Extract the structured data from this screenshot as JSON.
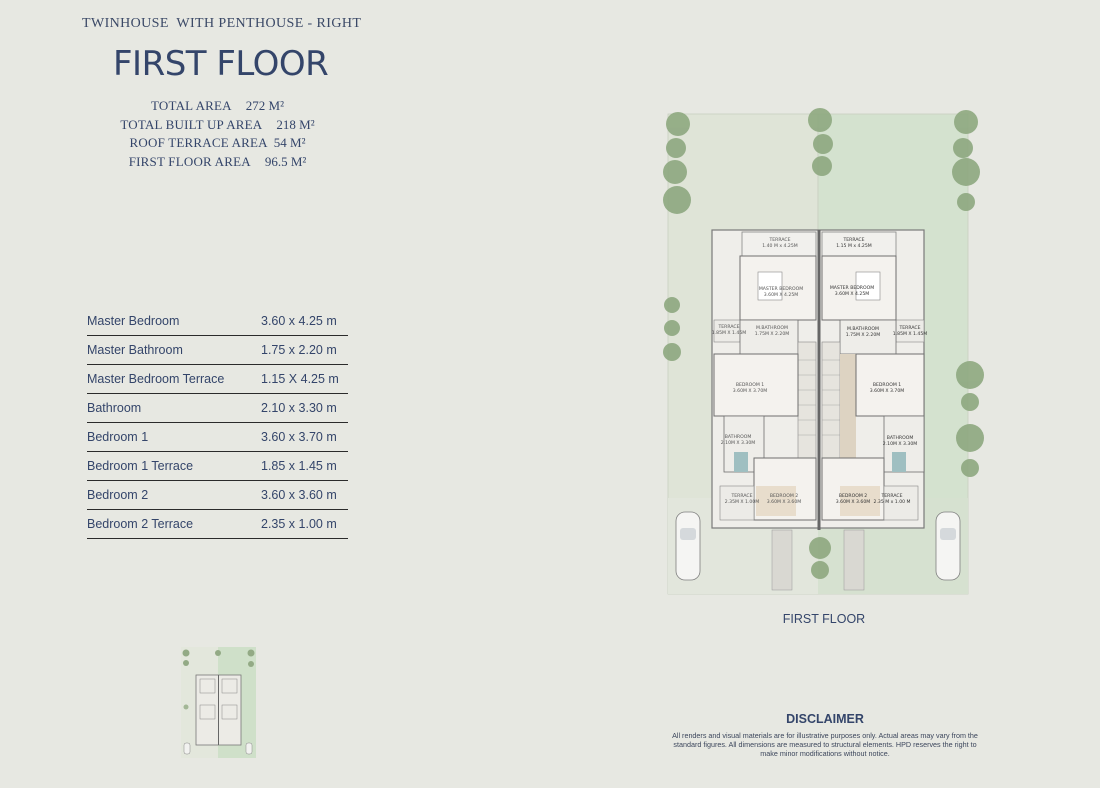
{
  "header": {
    "subtitle": "TWINHOUSE  WITH PENTHOUSE - RIGHT",
    "title": "FIRST FLOOR"
  },
  "areas": [
    {
      "label": "TOTAL AREA",
      "value": "272 M²"
    },
    {
      "label": "TOTAL BUILT UP AREA",
      "value": "218 M²"
    },
    {
      "label": "ROOF TERRACE AREA",
      "value": "54 M²"
    },
    {
      "label": "FIRST FLOOR AREA",
      "value": "96.5 M²"
    }
  ],
  "rooms": [
    {
      "name": "Master Bedroom",
      "size": "3.60 x 4.25 m"
    },
    {
      "name": "Master Bathroom",
      "size": "1.75 x 2.20 m"
    },
    {
      "name": "Master Bedroom Terrace",
      "size": "1.15 X 4.25 m"
    },
    {
      "name": "Bathroom",
      "size": "2.10 x 3.30 m"
    },
    {
      "name": "Bedroom 1",
      "size": "3.60 x 3.70 m"
    },
    {
      "name": "Bedroom 1 Terrace",
      "size": "1.85 x 1.45 m"
    },
    {
      "name": "Bedroom 2",
      "size": "3.60 x 3.60 m"
    },
    {
      "name": "Bedroom 2 Terrace",
      "size": "2.35 x 1.00 m"
    }
  ],
  "plan": {
    "caption": "FIRST FLOOR",
    "left_labels": {
      "terrace_top": "TERRACE",
      "terrace_top_size": "1.40 M x 4.25M",
      "master_bedroom": "MASTER BEDROOM",
      "master_bedroom_size": "3.60M X 4.25M",
      "terrace_side": "TERRACE",
      "terrace_side_size": "1.85M X 1.45M",
      "mbathroom": "M.BATHROOM",
      "mbathroom_size": "1.75M X 2.20M",
      "bedroom1": "BEDROOM 1",
      "bedroom1_size": "3.60M X 3.70M",
      "bathroom": "BATHROOM",
      "bathroom_size": "2.10M X 3.30M",
      "terrace_bottom": "TERRACE",
      "terrace_bottom_size": "2.35M X 1.00M",
      "bedroom2": "BEDROOM 2",
      "bedroom2_size": "3.60M X 3.60M"
    },
    "right_labels": {
      "terrace_top": "TERRACE",
      "terrace_top_size": "1.15 M x 4.25M",
      "master_bedroom": "MASTER BEDROOM",
      "master_bedroom_size": "3.60M X 4.25M",
      "mbathroom": "M.BATHROOM",
      "mbathroom_size": "1.75M X 2.20M",
      "terrace_side": "TERRACE",
      "terrace_side_size": "1.85M X 1.45M",
      "bedroom1": "BEDROOM 1",
      "bedroom1_size": "3.60M X 3.70M",
      "bathroom": "BATHROOM",
      "bathroom_size": "2.10M X 3.30M",
      "bedroom2": "BEDROOM 2",
      "bedroom2_size": "3.60M X 3.60M",
      "terrace_bottom": "TERRACE",
      "terrace_bottom_size": "2.35 M x 1.00 M"
    }
  },
  "disclaimer": {
    "title": "DISCLAIMER",
    "text": "All renders and visual materials are for illustrative purposes only. Actual areas may vary from the standard figures. All dimensions are measured to structural elements. HPD reserves the right to make minor modifications without notice."
  },
  "colors": {
    "text": "#34456a",
    "background": "#e7e8e2",
    "highlight_lot": "#d4e2cf",
    "wall": "#6f6f6f"
  }
}
